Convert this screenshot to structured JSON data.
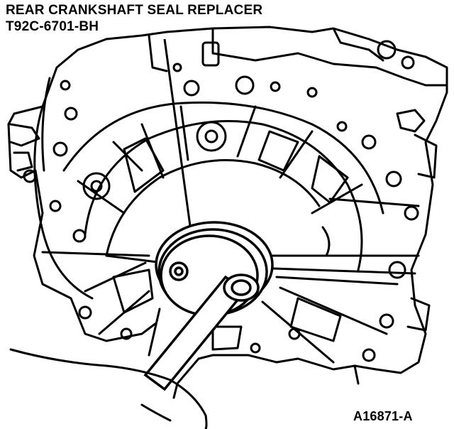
{
  "callout": {
    "tool_name": "REAR CRANKSHAFT SEAL REPLACER",
    "tool_number": "T92C-6701-BH"
  },
  "figure_id": "A16871-A",
  "colors": {
    "ink": "#000000",
    "paper": "#ffffff"
  }
}
